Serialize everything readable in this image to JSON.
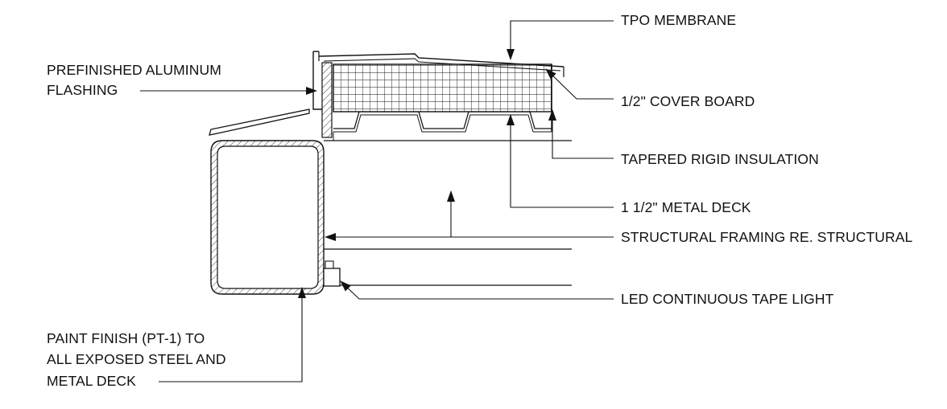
{
  "labels": {
    "tpo_membrane": "TPO MEMBRANE",
    "prefinished_flashing_line1": "PREFINISHED ALUMINUM",
    "prefinished_flashing_line2": "FLASHING",
    "cover_board": "1/2\" COVER BOARD",
    "tapered_insulation": "TAPERED RIGID INSULATION",
    "metal_deck": "1 1/2\" METAL DECK",
    "structural_framing": "STRUCTURAL FRAMING RE. STRUCTURAL",
    "led_tape_light": "LED CONTINUOUS TAPE LIGHT",
    "paint_finish_line1": "PAINT FINISH (PT-1) TO",
    "paint_finish_line2": "ALL EXPOSED STEEL AND",
    "paint_finish_line3": "METAL DECK"
  }
}
